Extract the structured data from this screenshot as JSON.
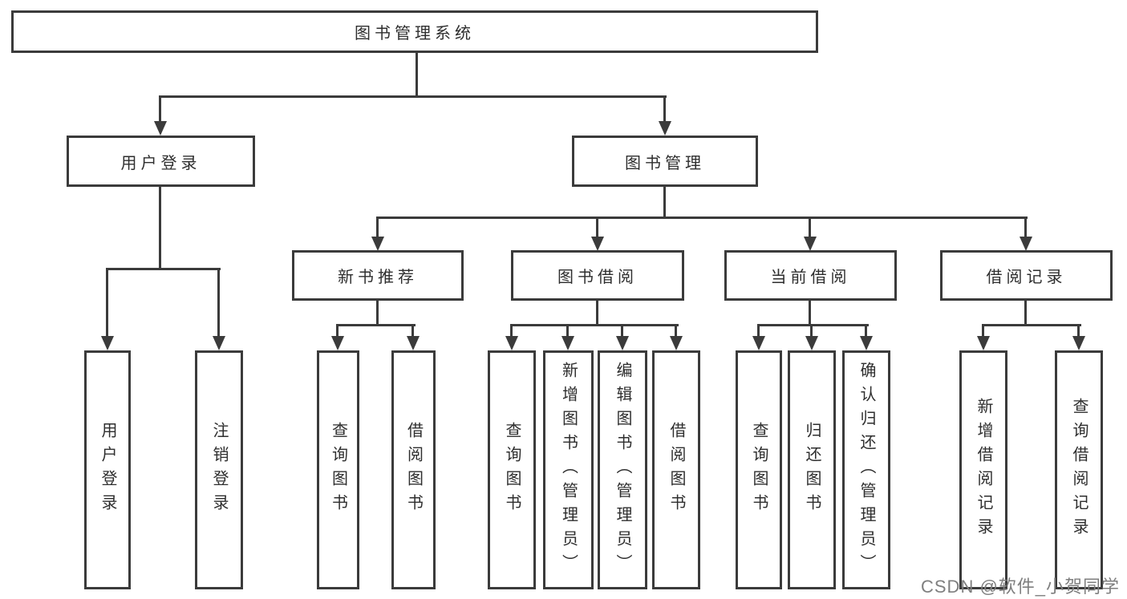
{
  "diagram_type": "hierarchy-tree",
  "colors": {
    "line": "#3b3b3b",
    "text": "#2e2e2e",
    "box_background": "#ffffff",
    "watermark": "#7f7f7f"
  },
  "tree": {
    "label": "图书管理系统",
    "children": [
      {
        "label": "用户登录",
        "children": [
          {
            "label": "用户登录"
          },
          {
            "label": "注销登录"
          }
        ]
      },
      {
        "label": "图书管理",
        "children": [
          {
            "label": "新书推荐",
            "children": [
              {
                "label": "查询图书"
              },
              {
                "label": "借阅图书"
              }
            ]
          },
          {
            "label": "图书借阅",
            "children": [
              {
                "label": "查询图书"
              },
              {
                "label": "新增图书（管理员）"
              },
              {
                "label": "编辑图书（管理员）"
              },
              {
                "label": "借阅图书"
              }
            ]
          },
          {
            "label": "当前借阅",
            "children": [
              {
                "label": "查询图书"
              },
              {
                "label": "归还图书"
              },
              {
                "label": "确认归还（管理员）"
              }
            ]
          },
          {
            "label": "借阅记录",
            "children": [
              {
                "label": "新增借阅记录"
              },
              {
                "label": "查询借阅记录"
              }
            ]
          }
        ]
      }
    ]
  },
  "watermark": "CSDN @软件_小贺同学"
}
